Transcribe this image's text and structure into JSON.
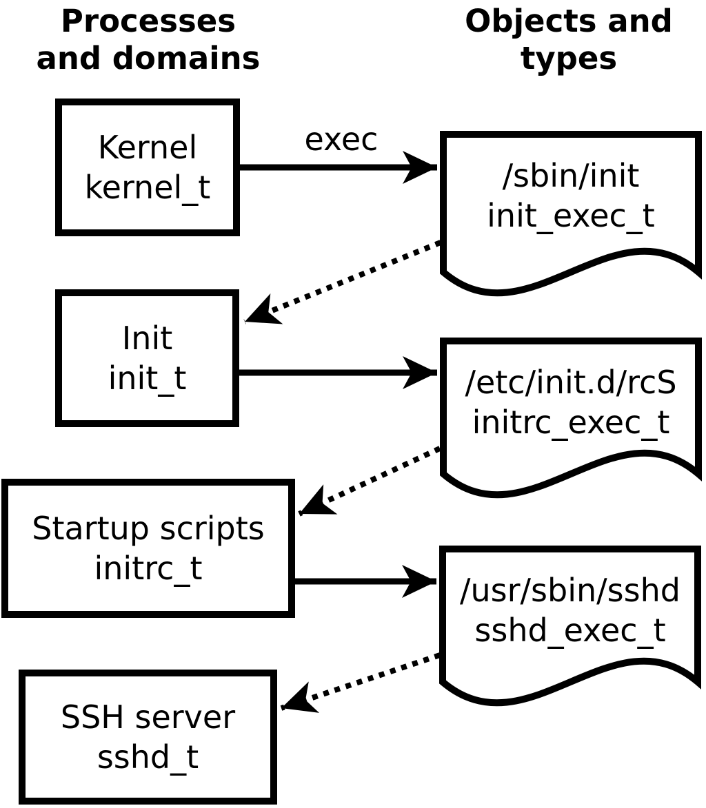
{
  "headers": {
    "left": {
      "line1": "Processes",
      "line2": "and domains"
    },
    "right": {
      "line1": "Objects and",
      "line2": "types"
    }
  },
  "processes": [
    {
      "name": "Kernel",
      "type": "kernel_t"
    },
    {
      "name": "Init",
      "type": "init_t"
    },
    {
      "name": "Startup scripts",
      "type": "initrc_t"
    },
    {
      "name": "SSH server",
      "type": "sshd_t"
    }
  ],
  "objects": [
    {
      "path": "/sbin/init",
      "type": "init_exec_t"
    },
    {
      "path": "/etc/init.d/rcS",
      "type": "initrc_exec_t"
    },
    {
      "path": "/usr/sbin/sshd",
      "type": "sshd_exec_t"
    }
  ],
  "arrows": {
    "exec_label": "exec"
  },
  "colors": {
    "line": "#000000",
    "fill": "#ffffff",
    "background": "#ffffff"
  }
}
